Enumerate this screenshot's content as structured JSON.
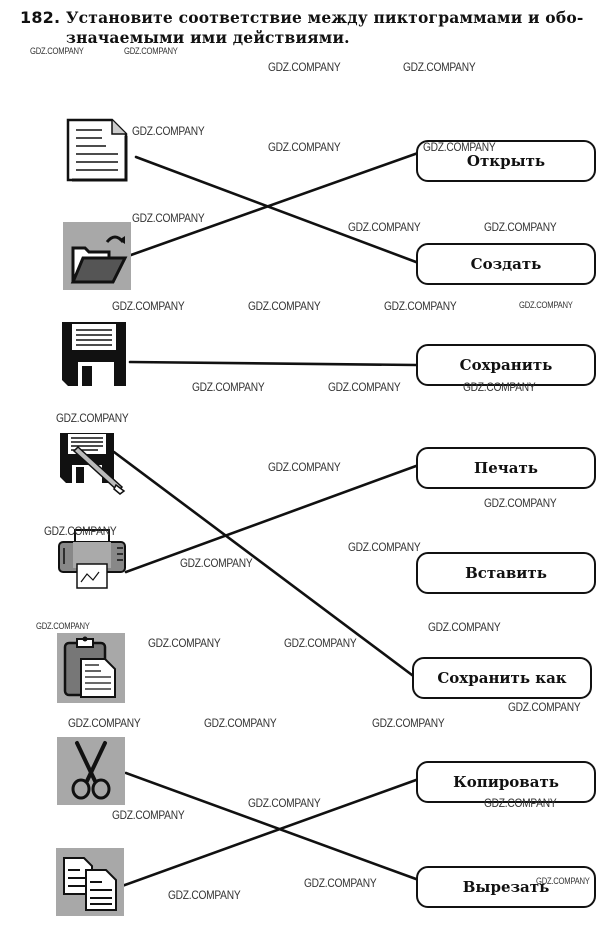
{
  "task": {
    "number": "182.",
    "line1": "Установите соответствие между пиктограммами и обо-",
    "line2": "значаемыми ими действиями."
  },
  "icons": [
    {
      "name": "new-document-icon"
    },
    {
      "name": "open-folder-icon"
    },
    {
      "name": "save-floppy-icon"
    },
    {
      "name": "save-as-floppy-pencil-icon"
    },
    {
      "name": "printer-icon"
    },
    {
      "name": "paste-clipboard-icon"
    },
    {
      "name": "cut-scissors-icon"
    },
    {
      "name": "copy-documents-icon"
    }
  ],
  "actions": [
    {
      "label": "Открыть"
    },
    {
      "label": "Создать"
    },
    {
      "label": "Сохранить"
    },
    {
      "label": "Печать"
    },
    {
      "label": "Вставить"
    },
    {
      "label": "Сохранить как"
    },
    {
      "label": "Копировать"
    },
    {
      "label": "Вырезать"
    }
  ],
  "connections": [
    {
      "icon": "new-document-icon",
      "action": "Создать"
    },
    {
      "icon": "open-folder-icon",
      "action": "Открыть"
    },
    {
      "icon": "save-floppy-icon",
      "action": "Сохранить"
    },
    {
      "icon": "save-as-floppy-pencil-icon",
      "action": "Сохранить как"
    },
    {
      "icon": "printer-icon",
      "action": "Печать"
    },
    {
      "icon": "cut-scissors-icon",
      "action": "Вырезать"
    },
    {
      "icon": "copy-documents-icon",
      "action": "Копировать"
    }
  ],
  "watermark": "GDZ.COMPANY"
}
